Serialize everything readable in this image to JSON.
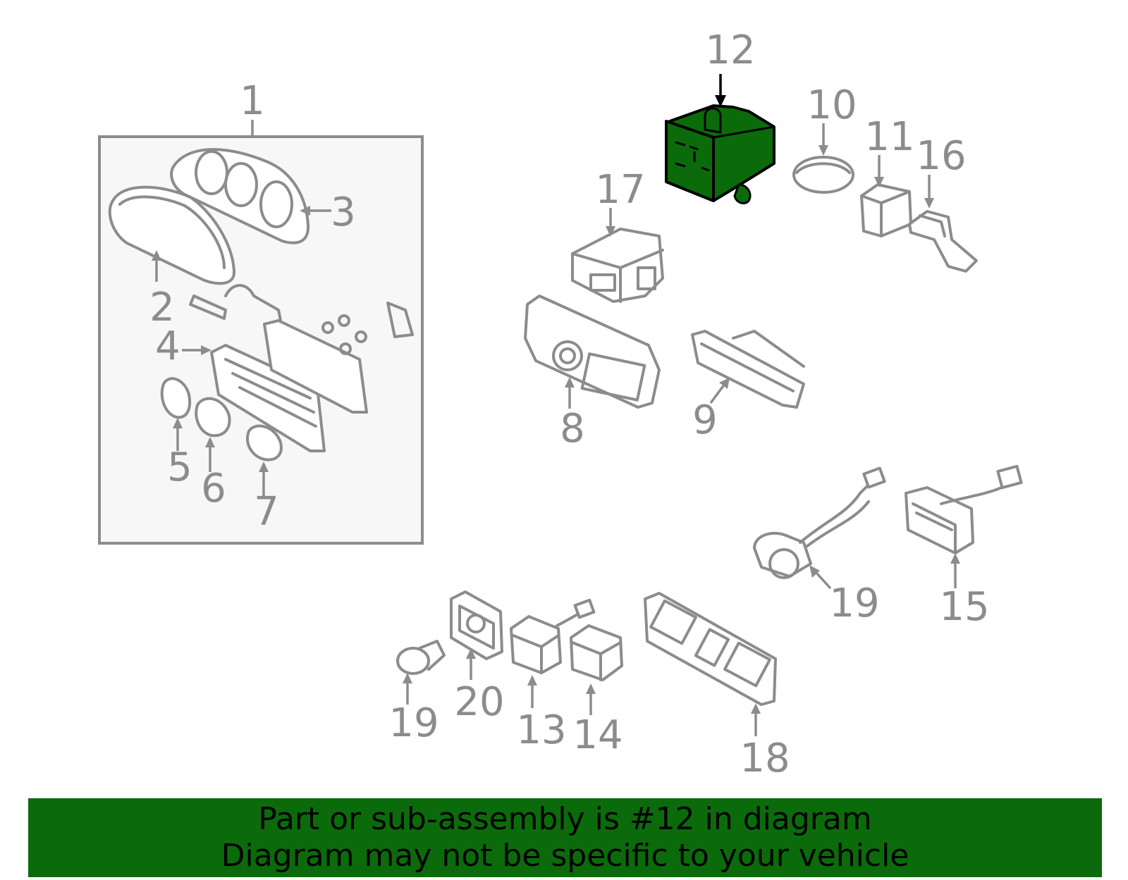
{
  "diagram": {
    "highlighted_part": "12",
    "highlight_color": "#0b6b0b",
    "line_color": "#8c8c8c",
    "callouts": {
      "c1": "1",
      "c2": "2",
      "c3": "3",
      "c4": "4",
      "c5": "5",
      "c6": "6",
      "c7": "7",
      "c8": "8",
      "c9": "9",
      "c10": "10",
      "c11": "11",
      "c12": "12",
      "c13": "13",
      "c14": "14",
      "c15": "15",
      "c16": "16",
      "c17": "17",
      "c18": "18",
      "c19a": "19",
      "c19b": "19",
      "c20": "20"
    }
  },
  "banner": {
    "line1": "Part or sub-assembly is #12 in diagram",
    "line2": "Diagram may not be specific to your vehicle"
  }
}
